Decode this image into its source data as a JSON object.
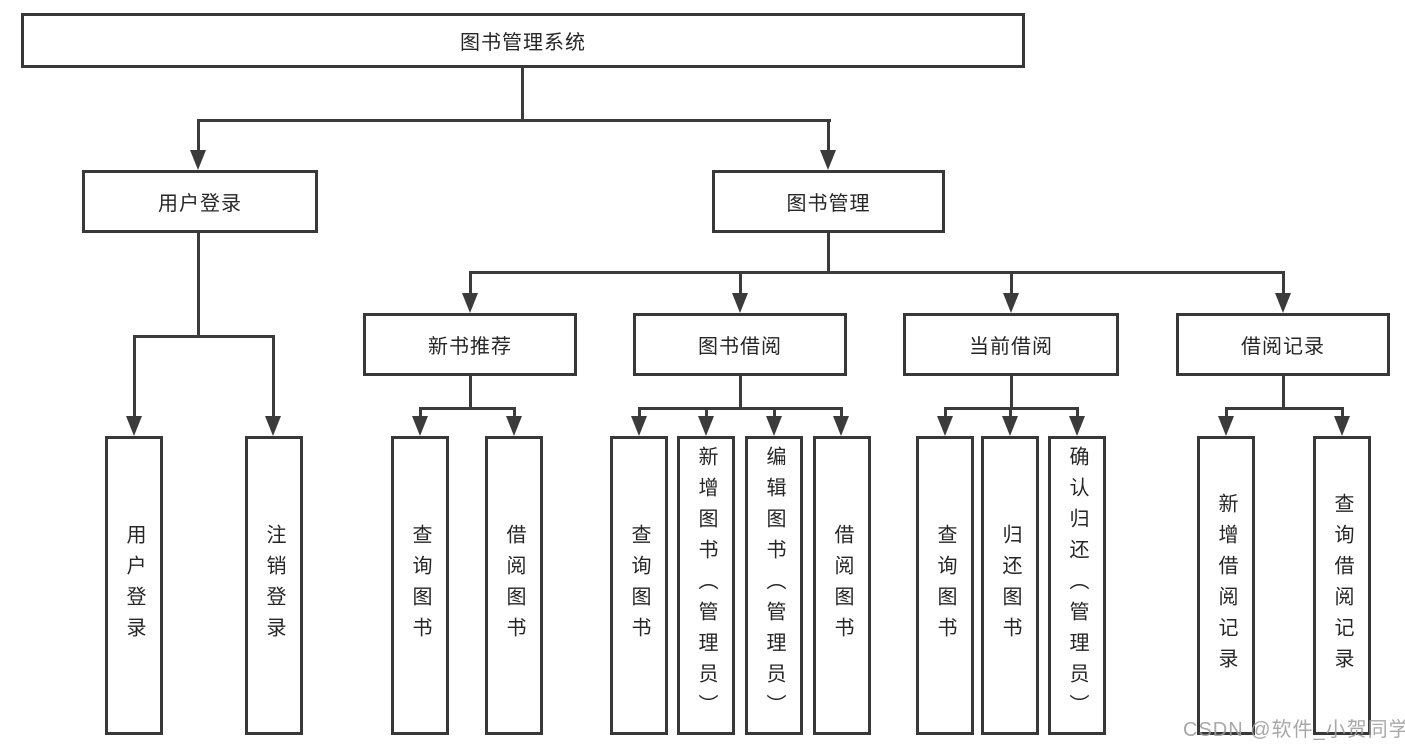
{
  "tree": {
    "label": "图书管理系统",
    "children": [
      {
        "label": "用户登录",
        "children": [
          {
            "label": "用户登录"
          },
          {
            "label": "注销登录"
          }
        ]
      },
      {
        "label": "图书管理",
        "children": [
          {
            "label": "新书推荐",
            "children": [
              {
                "label": "查询图书"
              },
              {
                "label": "借阅图书"
              }
            ]
          },
          {
            "label": "图书借阅",
            "children": [
              {
                "label": "查询图书"
              },
              {
                "label": "新增图书（管理员）"
              },
              {
                "label": "编辑图书（管理员）"
              },
              {
                "label": "借阅图书"
              }
            ]
          },
          {
            "label": "当前借阅",
            "children": [
              {
                "label": "查询图书"
              },
              {
                "label": "归还图书"
              },
              {
                "label": "确认归还（管理员）"
              }
            ]
          },
          {
            "label": "借阅记录",
            "children": [
              {
                "label": "新增借阅记录"
              },
              {
                "label": "查询借阅记录"
              }
            ]
          }
        ]
      }
    ]
  },
  "watermark": {
    "text": "CSDN @软件_小贺同学"
  },
  "colors": {
    "line": "#3b3b3b",
    "box_border": "#383838",
    "text": "#262626",
    "watermark": "#9e9e9e",
    "background": "#ffffff"
  }
}
